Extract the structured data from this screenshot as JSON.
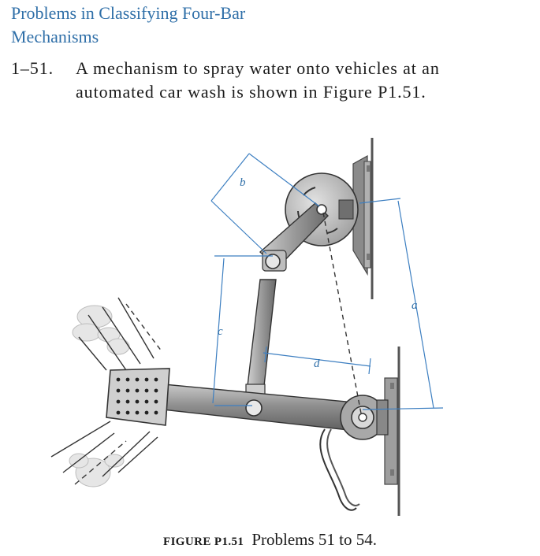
{
  "section": {
    "title_line1": "Problems in Classifying Four-Bar",
    "title_line2": "Mechanisms"
  },
  "problem": {
    "number": "1–51.",
    "line1": "A mechanism to spray water onto vehicles at an",
    "line2": "automated car wash is shown in Figure P1.51."
  },
  "figure": {
    "dimension_labels": {
      "a": "a",
      "b": "b",
      "c": "c",
      "d": "d"
    },
    "caption_label": "FIGURE P1.51",
    "caption_text": "Problems 51 to 54."
  },
  "colors": {
    "heading": "#2f6fa8",
    "dimension_lines": "#3d7fc1",
    "metal": "#9a9a9a"
  }
}
